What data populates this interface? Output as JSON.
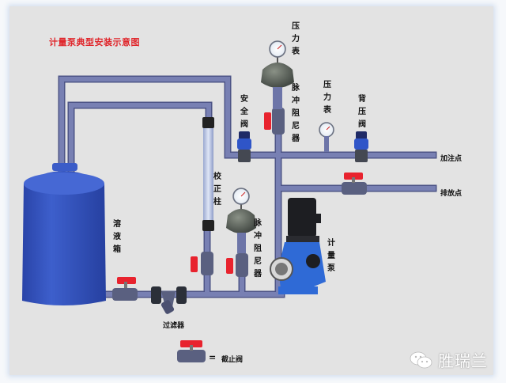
{
  "diagram": {
    "title": "计量泵典型安装示意图",
    "colors": {
      "title": "#e0262b",
      "pipe": "#6d75a8",
      "pipe_edge": "#4e5587",
      "tank": "#2f4fb5",
      "valve_handle": "#e8232e",
      "background": "#e3e3e3"
    },
    "labels": {
      "pressure_gauge_top": "压力表",
      "pulsation_damper_top": "脉冲阻尼器",
      "safety_valve": "安全阀",
      "pressure_gauge_right": "压力表",
      "back_pressure_valve": "背压阀",
      "injection_point": "加注点",
      "discharge_point": "排放点",
      "calibration_column": "校正柱",
      "pulsation_damper_bottom": "脉冲阻尼器",
      "metering_pump": "计量泵",
      "solution_tank": "溶液箱",
      "filter": "过滤器"
    },
    "legend": {
      "symbol": "ball-valve",
      "equals": "=",
      "text": "截止阀"
    },
    "watermark": {
      "icon": "wechat-icon",
      "text": "胜瑞兰"
    }
  }
}
